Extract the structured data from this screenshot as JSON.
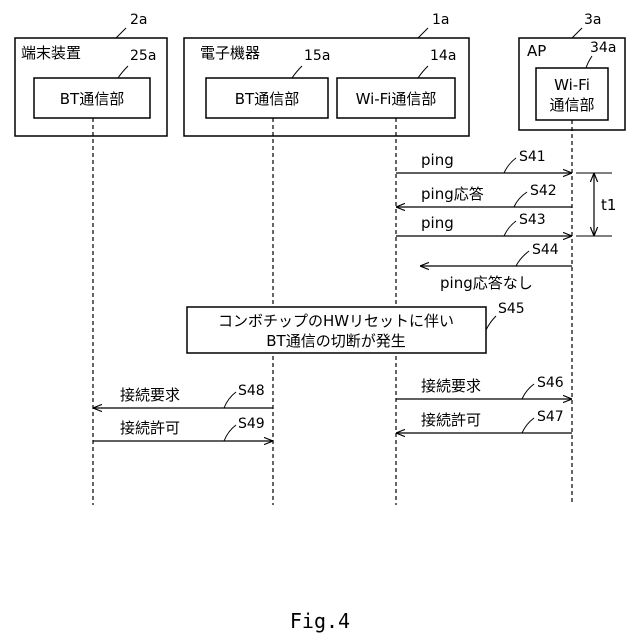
{
  "devices": {
    "terminal": {
      "name": "端末装置",
      "ref": "2a",
      "unit_label": "BT通信部",
      "unit_ref": "25a"
    },
    "electronic": {
      "name": "電子機器",
      "ref": "1a",
      "bt_label": "BT通信部",
      "bt_ref": "15a",
      "wifi_label": "Wi-Fi通信部",
      "wifi_ref": "14a"
    },
    "ap": {
      "name": "AP",
      "ref": "3a",
      "unit_label_line1": "Wi-Fi",
      "unit_label_line2": "通信部",
      "unit_ref": "34a"
    }
  },
  "messages": {
    "s41": {
      "label": "ping",
      "step": "S41"
    },
    "s42": {
      "label": "ping応答",
      "step": "S42"
    },
    "s43": {
      "label": "ping",
      "step": "S43"
    },
    "s44": {
      "label": "ping応答なし",
      "step": "S44"
    },
    "s46": {
      "label": "接続要求",
      "step": "S46"
    },
    "s47": {
      "label": "接続許可",
      "step": "S47"
    },
    "s48": {
      "label": "接続要求",
      "step": "S48"
    },
    "s49": {
      "label": "接続許可",
      "step": "S49"
    }
  },
  "event": {
    "line1": "コンボチップのHWリセットに伴い",
    "line2": "BT通信の切断が発生",
    "step": "S45"
  },
  "interval_label": "t1",
  "figure_caption": "Fig.4"
}
